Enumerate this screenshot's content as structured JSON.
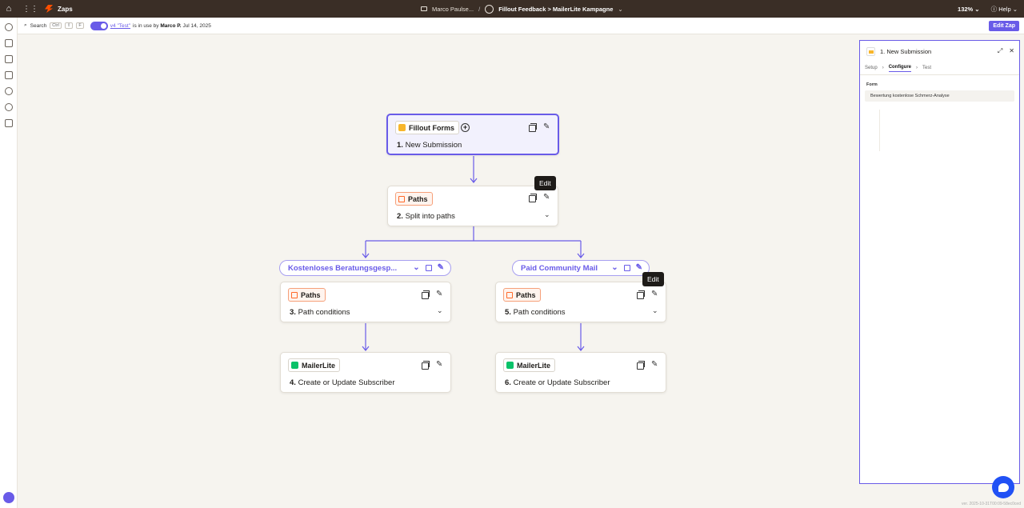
{
  "topbar": {
    "app_name": "Zaps",
    "folder": "Marco Paulse...",
    "separator": "/",
    "zap_title": "Fillout Feedback > MailerLite Kampagne",
    "zoom": "132%",
    "help": "Help"
  },
  "subbar": {
    "search_label": "Search",
    "kbd_ctrl": "Ctrl",
    "kbd_shift": "⇧",
    "kbd_k": "F",
    "version_link": "v4 \"Test\"",
    "status_prefix": "is in use by",
    "status_user": "Marco P.",
    "status_date": "Jul 14, 2025",
    "edit_zap": "Edit Zap"
  },
  "steps": [
    {
      "app": "Fillout Forms",
      "number": "1.",
      "title": "New Submission"
    },
    {
      "app": "Paths",
      "number": "2.",
      "title": "Split into paths"
    },
    {
      "app": "Paths",
      "number": "3.",
      "title": "Path conditions"
    },
    {
      "app": "MailerLite",
      "number": "4.",
      "title": "Create or Update Subscriber"
    },
    {
      "app": "Paths",
      "number": "5.",
      "title": "Path conditions"
    },
    {
      "app": "MailerLite",
      "number": "6.",
      "title": "Create or Update Subscriber"
    }
  ],
  "branches": [
    "Kostenloses Beratungsgesp...",
    "Paid Community Mail"
  ],
  "tooltips": {
    "edit": "Edit"
  },
  "panel": {
    "title": "1. New Submission",
    "tabs": [
      "Setup",
      "Configure",
      "Test"
    ],
    "form_label": "Form",
    "form_value": "Bewertung kostenlose Schmerz-Analyse"
  },
  "footer": {
    "version": "ver. 2025-10-31T00:09-58ec0ced"
  },
  "colors": {
    "accent": "#695be8",
    "topbar": "#3a2e26",
    "paths": "#ff6a2a",
    "mailerlite": "#09c269",
    "fillout": "#f7b62b"
  }
}
